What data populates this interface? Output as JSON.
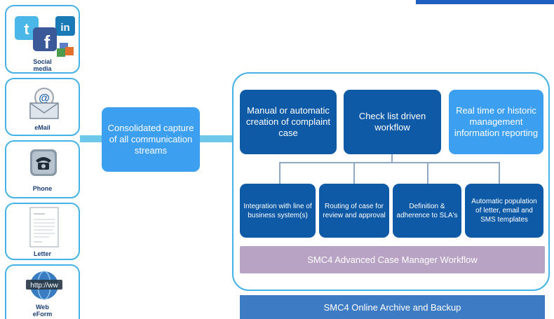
{
  "channels": [
    {
      "label_lines": [
        "Social",
        "media"
      ],
      "icon": "social-media-icon"
    },
    {
      "label": "eMail",
      "icon": "email-icon"
    },
    {
      "label": "Phone",
      "icon": "phone-icon"
    },
    {
      "label": "Letter",
      "icon": "letter-icon"
    },
    {
      "label_lines": [
        "Web",
        "eForm"
      ],
      "icon": "web-icon"
    }
  ],
  "social_icons": {
    "twitter": "t",
    "facebook": "f",
    "linkedin": "in"
  },
  "web_icon_text": "http://ww",
  "consolidated": "Consolidated capture of all communication streams",
  "top_boxes": [
    "Manual or automatic creation of complaint case",
    "Check list driven workflow",
    "Real time or historic management information reporting"
  ],
  "sub_boxes": [
    "Integration with line of business system(s)",
    "Routing of case for review and approval",
    "Definition & adherence to SLA's",
    "Automatic population of letter, email and SMS templates"
  ],
  "workflow_bar": "SMC4 Advanced Case Manager Workflow",
  "archive_bar": "SMC4 Online Archive and Backup",
  "colors": {
    "dark_box": "#0e5aa7",
    "light_box": "#3d9ff0",
    "outline": "#46b3e6",
    "workflow_bar": "#b8a3c4",
    "archive_bar": "#3d7cc4"
  }
}
